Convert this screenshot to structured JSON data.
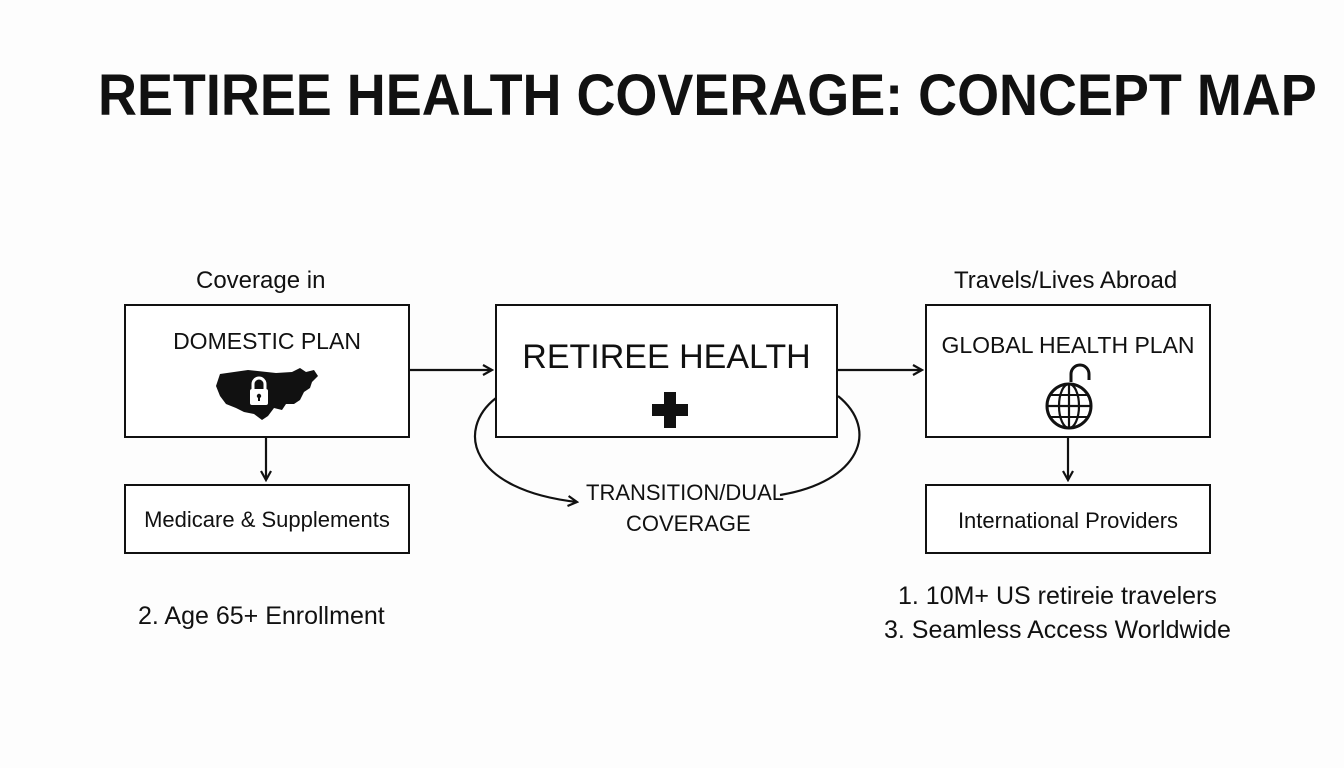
{
  "title": "RETIREE HEALTH COVERAGE: CONCEPT MAP",
  "left": {
    "caption": "Coverage in",
    "box_title": "DOMESTIC PLAN",
    "sub_box": "Medicare & Supplements",
    "note": "2. Age 65+ Enrollment",
    "icon": "us-map-lock-icon"
  },
  "center": {
    "box_title": "RETIREE HEALTH",
    "icon": "medical-cross-icon",
    "loop_label_line1": "TRANSITION/DUAL",
    "loop_label_line2": "COVERAGE"
  },
  "right": {
    "caption": "Travels/Lives Abroad",
    "box_title": "GLOBAL HEALTH PLAN",
    "sub_box": "International Providers",
    "note_line1": "1. 10M+ US retireie travelers",
    "note_line2": "3. Seamless Access Worldwide",
    "icon": "globe-lock-icon"
  },
  "colors": {
    "ink": "#111111",
    "background": "#fdfdfd"
  }
}
